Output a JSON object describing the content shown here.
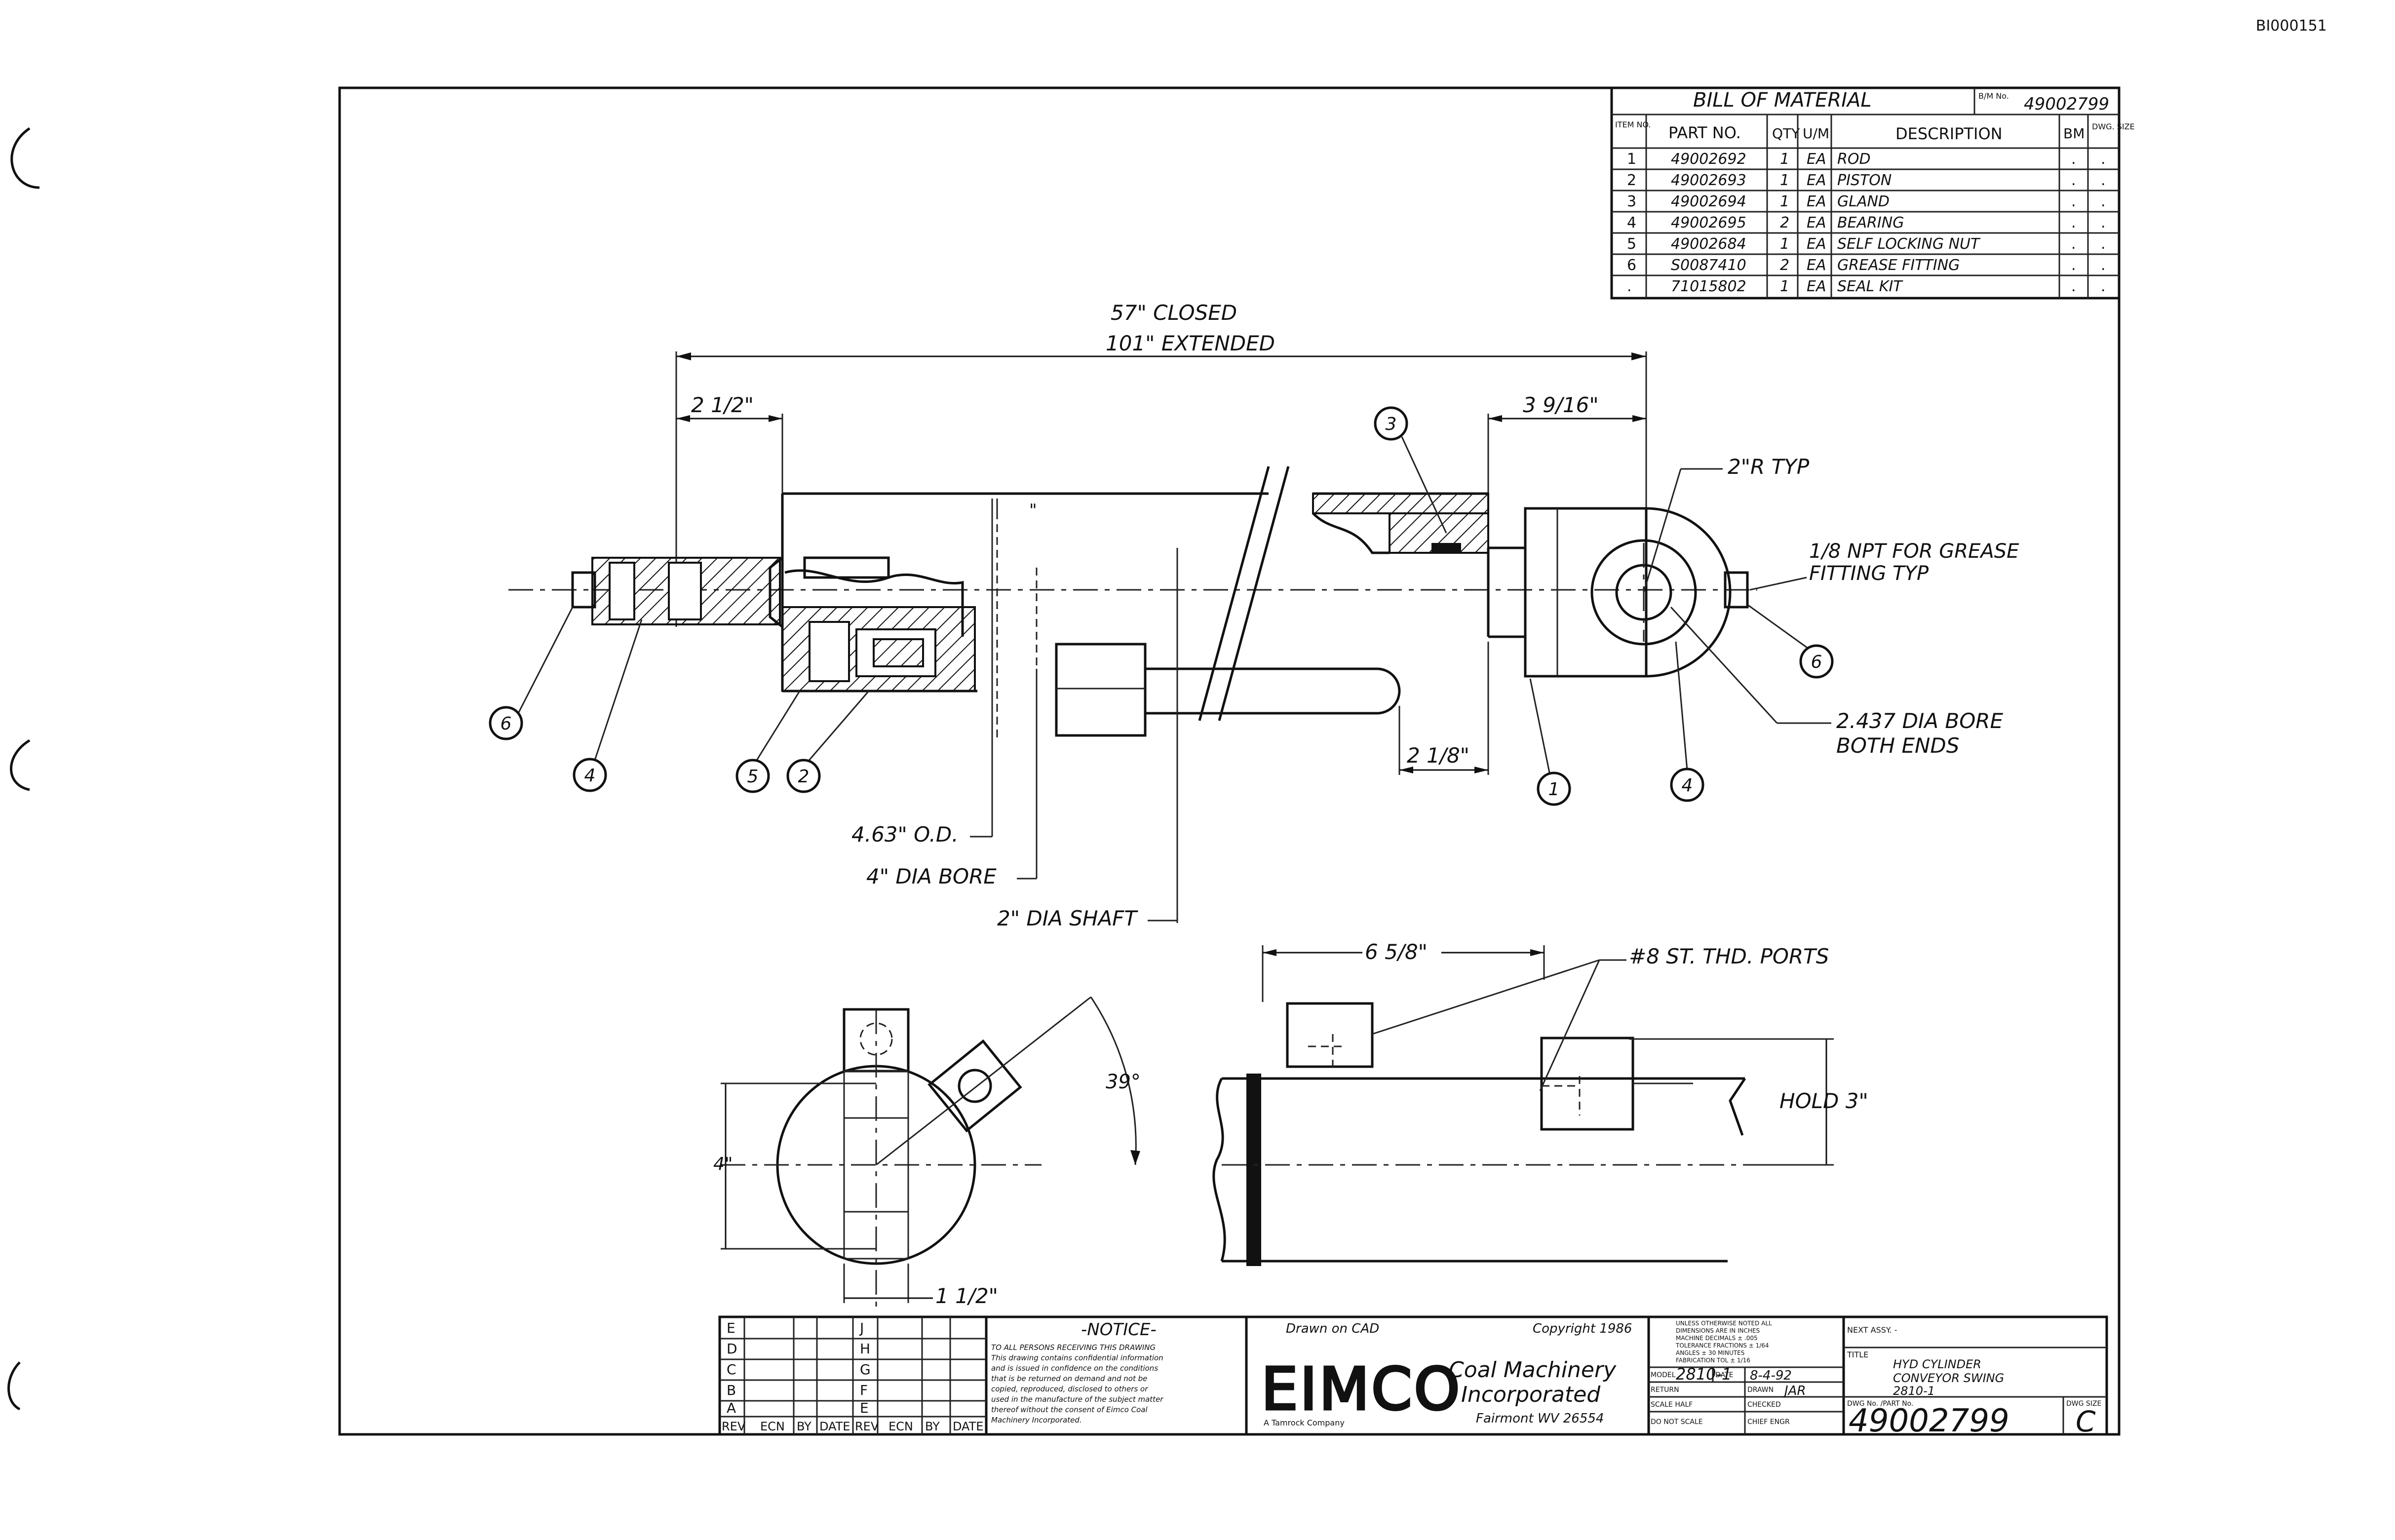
{
  "sheet_id": "BI000151",
  "bom": {
    "title": "BILL OF MATERIAL",
    "bm_no_label": "B/M No.",
    "bm_no": "49002799",
    "headers": {
      "item": "ITEM NO.",
      "part": "PART NO.",
      "qty": "QTY",
      "um": "U/M",
      "desc": "DESCRIPTION",
      "bm": "BM",
      "dwg": "DWG. SIZE"
    },
    "rows": [
      {
        "item": "1",
        "part": "49002692",
        "qty": "1",
        "um": "EA",
        "desc": "ROD",
        "bm": ".",
        "dwg": "."
      },
      {
        "item": "2",
        "part": "49002693",
        "qty": "1",
        "um": "EA",
        "desc": "PISTON",
        "bm": ".",
        "dwg": "."
      },
      {
        "item": "3",
        "part": "49002694",
        "qty": "1",
        "um": "EA",
        "desc": "GLAND",
        "bm": ".",
        "dwg": "."
      },
      {
        "item": "4",
        "part": "49002695",
        "qty": "2",
        "um": "EA",
        "desc": "BEARING",
        "bm": ".",
        "dwg": "."
      },
      {
        "item": "5",
        "part": "49002684",
        "qty": "1",
        "um": "EA",
        "desc": "SELF LOCKING NUT",
        "bm": ".",
        "dwg": "."
      },
      {
        "item": "6",
        "part": "S0087410",
        "qty": "2",
        "um": "EA",
        "desc": "GREASE FITTING",
        "bm": ".",
        "dwg": "."
      },
      {
        "item": ".",
        "part": "71015802",
        "qty": "1",
        "um": "EA",
        "desc": "SEAL KIT",
        "bm": ".",
        "dwg": "."
      }
    ]
  },
  "dims": {
    "closed": "57\" CLOSED",
    "extended": "101\" EXTENDED",
    "left_end": "2 1/2\"",
    "right_end": "3 9/16\"",
    "rod_r": "2\"R TYP",
    "npt_1": "1/8 NPT FOR GREASE",
    "npt_2": "FITTING TYP",
    "bore_1": "2.437 DIA BORE",
    "bore_2": "BOTH ENDS",
    "gap": "2 1/8\"",
    "od": "4.63\" O.D.",
    "dia_bore": "4\" DIA BORE",
    "shaft": "2\" DIA SHAFT",
    "ports_span": "6 5/8\"",
    "ports": "#8 ST. THD. PORTS",
    "hold": "HOLD 3\"",
    "angle": "39°",
    "four": "4\"",
    "one_half": "1 1/2\""
  },
  "callouts": {
    "c6a": "6",
    "c4a": "4",
    "c5": "5",
    "c2": "2",
    "c3": "3",
    "c1": "1",
    "c4b": "4",
    "c6b": "6"
  },
  "title_block": {
    "rev_letters_left": [
      "E",
      "D",
      "C",
      "B",
      "A"
    ],
    "rev_letters_right": [
      "J",
      "H",
      "G",
      "F",
      "E"
    ],
    "rev_footer": [
      "REV",
      "ECN",
      "BY",
      "DATE",
      "REV",
      "ECN",
      "BY",
      "DATE"
    ],
    "notice_title": "-NOTICE-",
    "notice_lines": [
      "TO ALL PERSONS RECEIVING THIS DRAWING",
      "This drawing contains confidential information",
      "and is issued in confidence on the conditions",
      "that is be returned on demand and not be",
      "copied, reproduced, disclosed to others or",
      "used in the manufacture of the subject matter",
      "thereof without the consent of Eimco Coal",
      "Machinery Incorporated."
    ],
    "drawn_on": "Drawn on CAD",
    "copyright": "Copyright 1986",
    "logo": "EIMCO",
    "logo_sub": "A Tamrock Company",
    "company_1": "Coal Machinery",
    "company_2": "Incorporated",
    "location": "Fairmont WV 26554",
    "tolerance_lines": [
      "UNLESS OTHERWISE NOTED ALL",
      "DIMENSIONS ARE IN INCHES",
      "MACHINE DECIMALS ± .005",
      "TOLERANCE FRACTIONS ± 1/64",
      "ANGLES ± 30 MINUTES",
      "FABRICATION TOL ± 1/16"
    ],
    "model_label": "MODEL",
    "model": "2810-1",
    "date_label": "DATE",
    "date": "8-4-92",
    "return_label": "RETURN",
    "drawn_label": "DRAWN",
    "drawn_by": "JAR",
    "scale_label": "SCALE HALF",
    "checked_label": "CHECKED",
    "noscale": "DO NOT SCALE",
    "chief_label": "CHIEF ENGR",
    "next_assy": "NEXT ASSY. -",
    "title_label": "TITLE",
    "title_1": "HYD CYLINDER",
    "title_2": "CONVEYOR SWING",
    "title_3": "2810-1",
    "dwg_label": "DWG No. /PART No.",
    "dwg_no": "49002799",
    "size_label": "DWG SIZE",
    "size": "C"
  }
}
